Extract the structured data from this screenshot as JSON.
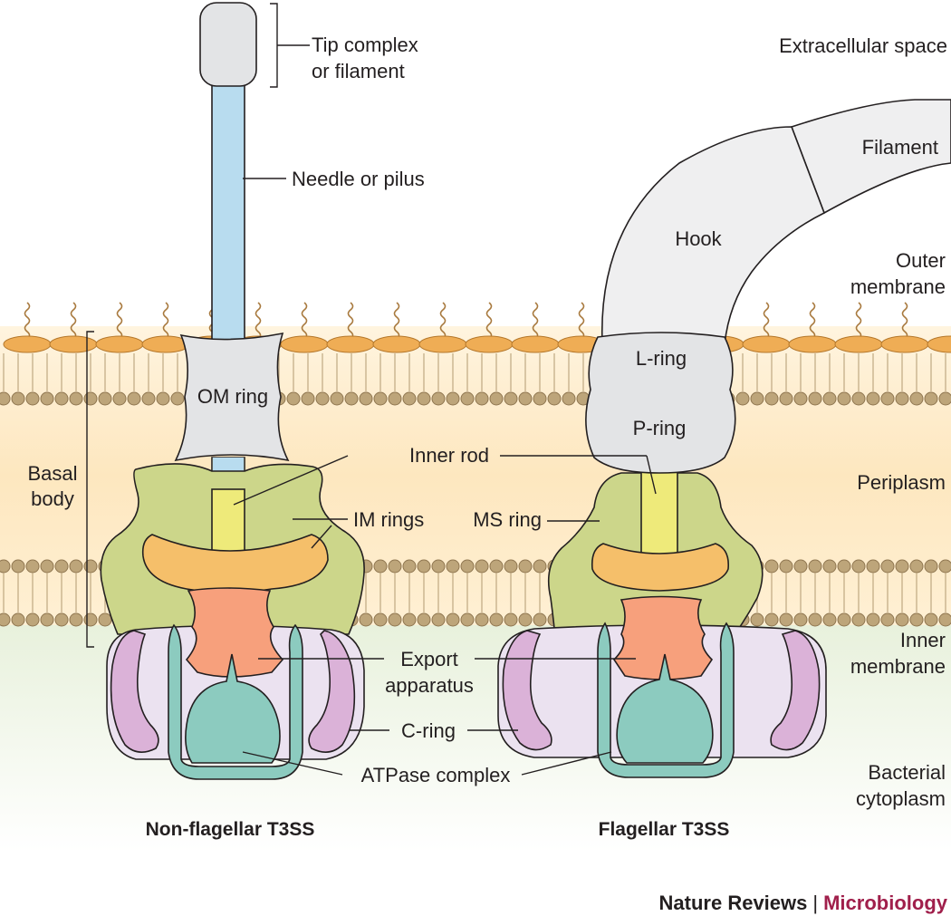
{
  "regions": {
    "extracellular": "Extracellular space",
    "outer_membrane": [
      "Outer",
      "membrane"
    ],
    "periplasm": "Periplasm",
    "inner_membrane": [
      "Inner",
      "membrane"
    ],
    "cytoplasm": [
      "Bacterial",
      "cytoplasm"
    ]
  },
  "nonflagellar": {
    "title": "Non-flagellar T3SS",
    "tip": [
      "Tip complex",
      "or filament"
    ],
    "needle": "Needle or pilus",
    "om_ring": "OM ring",
    "basal_body": [
      "Basal",
      "body"
    ],
    "im_rings": "IM rings"
  },
  "flagellar": {
    "title": "Flagellar T3SS",
    "filament": "Filament",
    "hook": "Hook",
    "l_ring": "L-ring",
    "p_ring": "P-ring",
    "ms_ring": "MS ring"
  },
  "shared": {
    "inner_rod": "Inner rod",
    "export": [
      "Export",
      "apparatus"
    ],
    "c_ring": "C-ring",
    "atpase": "ATPase complex"
  },
  "credit": {
    "journal": "Nature Reviews",
    "separator": "|",
    "subject": "Microbiology"
  },
  "colors": {
    "periplasm_top": "#fff3dc",
    "periplasm_mid": "#fde8c2",
    "cytoplasm": "#eef4e4",
    "lipid_head": "#efad55",
    "inner_bead": "#bda57a",
    "tip_grey": "#e3e4e6",
    "needle_blue": "#b8dcef",
    "basal_green": "#ccd68a",
    "orange_ring": "#f5bf6a",
    "rod_yellow": "#eeea7a",
    "export_orange": "#f7a07c",
    "cring_lilac": "#ebe2f0",
    "cring_pink": "#dbb2d8",
    "atpase_teal": "#8ccbbf",
    "brand_red": "#a01f4b"
  }
}
